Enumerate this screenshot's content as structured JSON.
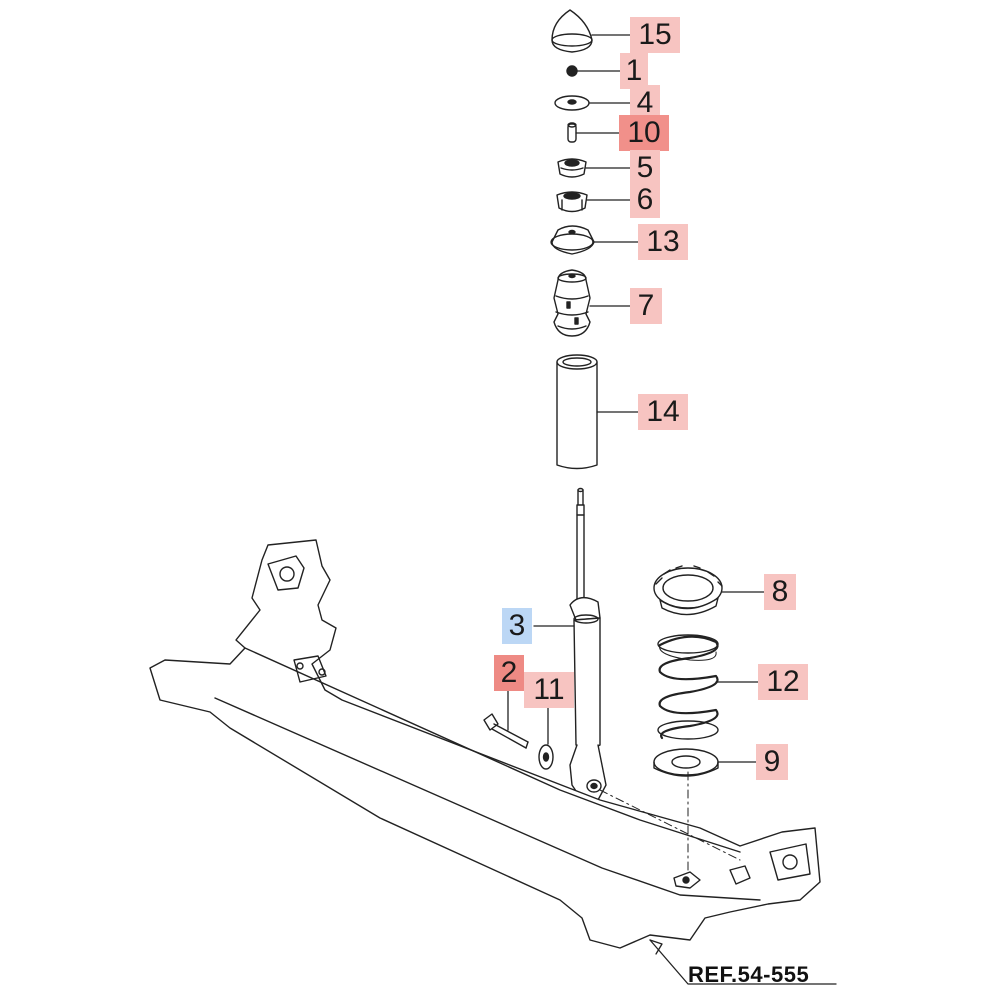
{
  "diagram": {
    "callouts": [
      {
        "id": "15",
        "label": "15",
        "color": "#f7c4c1"
      },
      {
        "id": "1",
        "label": "1",
        "color": "#f7c4c1"
      },
      {
        "id": "4",
        "label": "4",
        "color": "#f7c4c1"
      },
      {
        "id": "10",
        "label": "10",
        "color": "#f1908a"
      },
      {
        "id": "5",
        "label": "5",
        "color": "#f7c4c1"
      },
      {
        "id": "6",
        "label": "6",
        "color": "#f7c4c1"
      },
      {
        "id": "13",
        "label": "13",
        "color": "#f7c4c1"
      },
      {
        "id": "7",
        "label": "7",
        "color": "#f7c4c1"
      },
      {
        "id": "14",
        "label": "14",
        "color": "#f7c4c1"
      },
      {
        "id": "8",
        "label": "8",
        "color": "#f7c4c1"
      },
      {
        "id": "3",
        "label": "3",
        "color": "#bcd7f5"
      },
      {
        "id": "12",
        "label": "12",
        "color": "#f7c4c1"
      },
      {
        "id": "2",
        "label": "2",
        "color": "#ee8a84"
      },
      {
        "id": "11",
        "label": "11",
        "color": "#f7c4c1"
      },
      {
        "id": "9",
        "label": "9",
        "color": "#f7c4c1"
      }
    ],
    "reference": "REF.54-555"
  }
}
